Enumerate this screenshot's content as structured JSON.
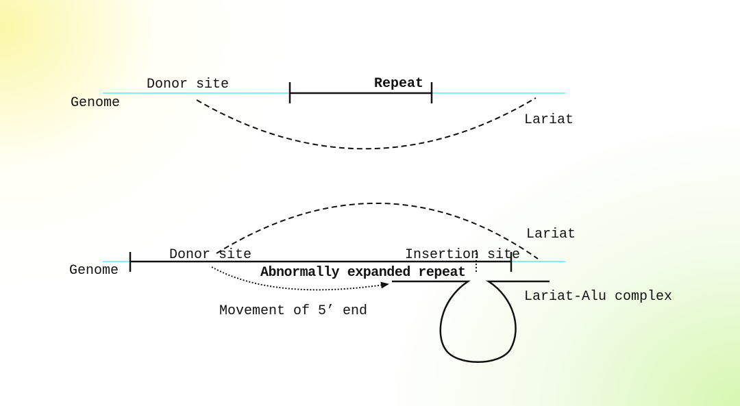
{
  "top": {
    "genome": "Genome",
    "donor_site": "Donor site",
    "repeat": "Repeat",
    "lariat": "Lariat"
  },
  "bottom": {
    "genome": "Genome",
    "donor_site": "Donor site",
    "insertion_site": "Insertion site",
    "expanded_repeat": "Abnormally expanded repeat",
    "lariat": "Lariat",
    "lariat_alu": "Lariat-Alu complex",
    "movement": "Movement of 5’ end"
  },
  "colors": {
    "genome_line": "#5fe8f0",
    "ink": "#111111"
  }
}
